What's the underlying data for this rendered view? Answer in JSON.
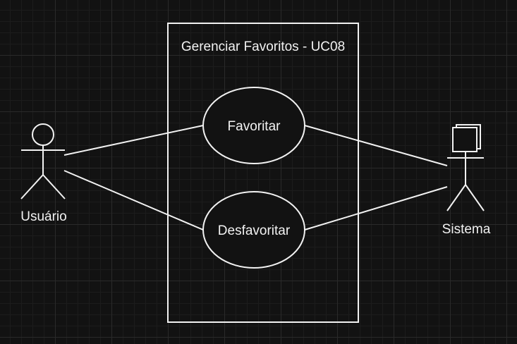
{
  "system_boundary": {
    "title": "Gerenciar Favoritos - UC08"
  },
  "use_cases": [
    {
      "label": "Favoritar"
    },
    {
      "label": "Desfavoritar"
    }
  ],
  "actors": {
    "user": {
      "label": "Usuário",
      "icon": "stick-figure-actor"
    },
    "system": {
      "label": "Sistema",
      "icon": "system-actor-with-screens"
    }
  },
  "colors": {
    "background": "#121212",
    "grid": "#2a2a2a",
    "stroke": "#f2f2f2",
    "text": "#f2f2f2"
  }
}
